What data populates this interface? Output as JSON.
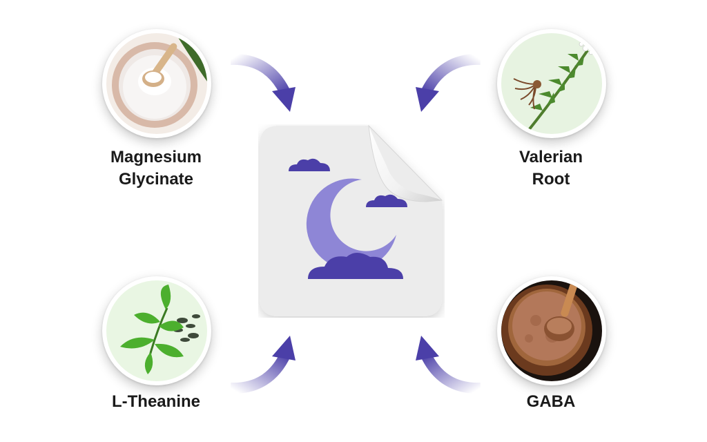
{
  "ingredients": {
    "magnesium": {
      "line1": "Magnesium",
      "line2": "Glycinate",
      "icon": "magnesium-powder-image"
    },
    "valerian": {
      "line1": "Valerian",
      "line2": "Root",
      "icon": "valerian-plant-image"
    },
    "theanine": {
      "line1": "L-Theanine",
      "icon": "green-tea-leaves-image"
    },
    "gaba": {
      "line1": "GABA",
      "icon": "gaba-powder-image"
    }
  },
  "patch": {
    "icon": "moon-and-clouds-icon"
  },
  "colors": {
    "accent": "#4b3fa8",
    "moon": "#8e86d6",
    "patch": "#ededed",
    "text": "#1a1a1a"
  }
}
